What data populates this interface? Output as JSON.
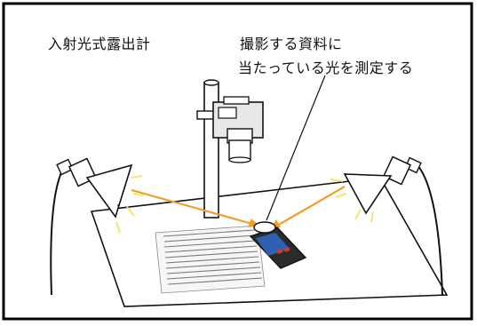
{
  "diagram": {
    "title": "入射光式露出計",
    "description_lines": [
      "撮影する資料に",
      "当たっている光を測定する"
    ]
  },
  "colors": {
    "frame": "#000000",
    "arrow": "#f39c2a",
    "light_glow": "#f5e66a",
    "meter_body": "#2b2b2b",
    "meter_screen": "#2f5fb0",
    "meter_button": "#d23a2a",
    "sensor_dome": "#ffffff",
    "camera_gray": "#e8e8e8"
  }
}
